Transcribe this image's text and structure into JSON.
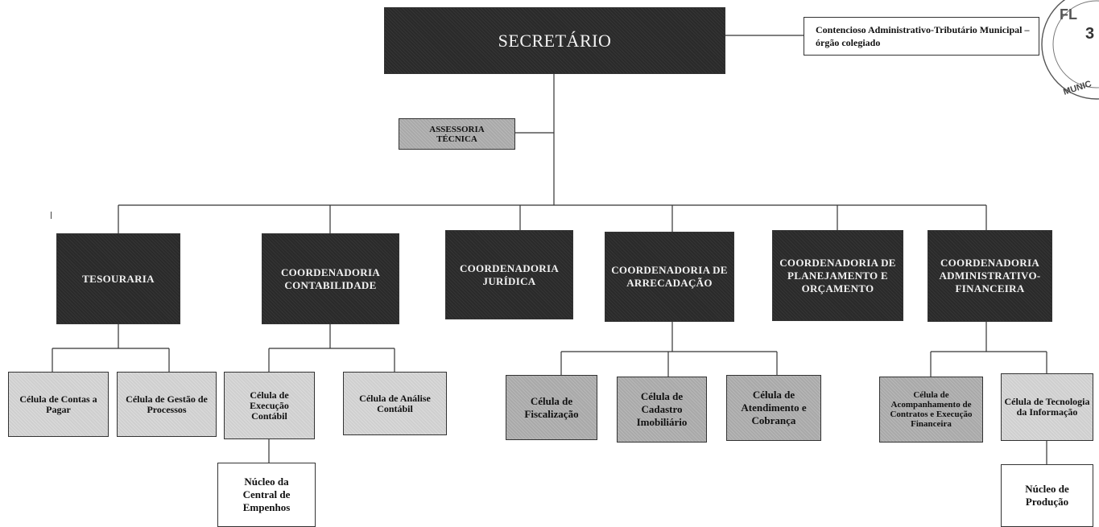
{
  "nodes": {
    "secretario": "SECRETÁRIO",
    "contencioso": "Contencioso Administrativo-Tributário Municipal – órgão colegiado",
    "assessoria": "ASSESSORIA TÉCNICA",
    "tesouraria": "TESOURARIA",
    "coord_contabilidade": "COORDENADORIA CONTABILIDADE",
    "coord_juridica": "COORDENADORIA JURÍDICA",
    "coord_arrecadacao": "COORDENADORIA DE ARRECADAÇÃO",
    "coord_planejamento": "COORDENADORIA DE PLANEJAMENTO E ORÇAMENTO",
    "coord_adm_financeira": "COORDENADORIA ADMINISTRATIVO-FINANCEIRA",
    "celula_contas_pagar": "Célula de Contas a Pagar",
    "celula_gestao_processos": "Célula de Gestão de Processos",
    "celula_execucao_contabil": "Célula de Execução Contábil",
    "celula_analise_contabil": "Célula de Análise Contábil",
    "nucleo_central_empenhos": "Núcleo da Central de Empenhos",
    "celula_fiscalizacao": "Célula de Fiscalização",
    "celula_cadastro_imobiliario": "Célula de Cadastro Imobiliário",
    "celula_atendimento_cobranca": "Célula de Atendimento e Cobrança",
    "celula_acompanhamento_contratos": "Célula de Acompanhamento de Contratos e Execução Financeira",
    "celula_tecnologia_informacao": "Célula de Tecnologia da Informação",
    "nucleo_producao": "Núcleo de Produção"
  },
  "stamp": {
    "text": "FL",
    "number": "3",
    "rim_text": "MUNIC"
  }
}
